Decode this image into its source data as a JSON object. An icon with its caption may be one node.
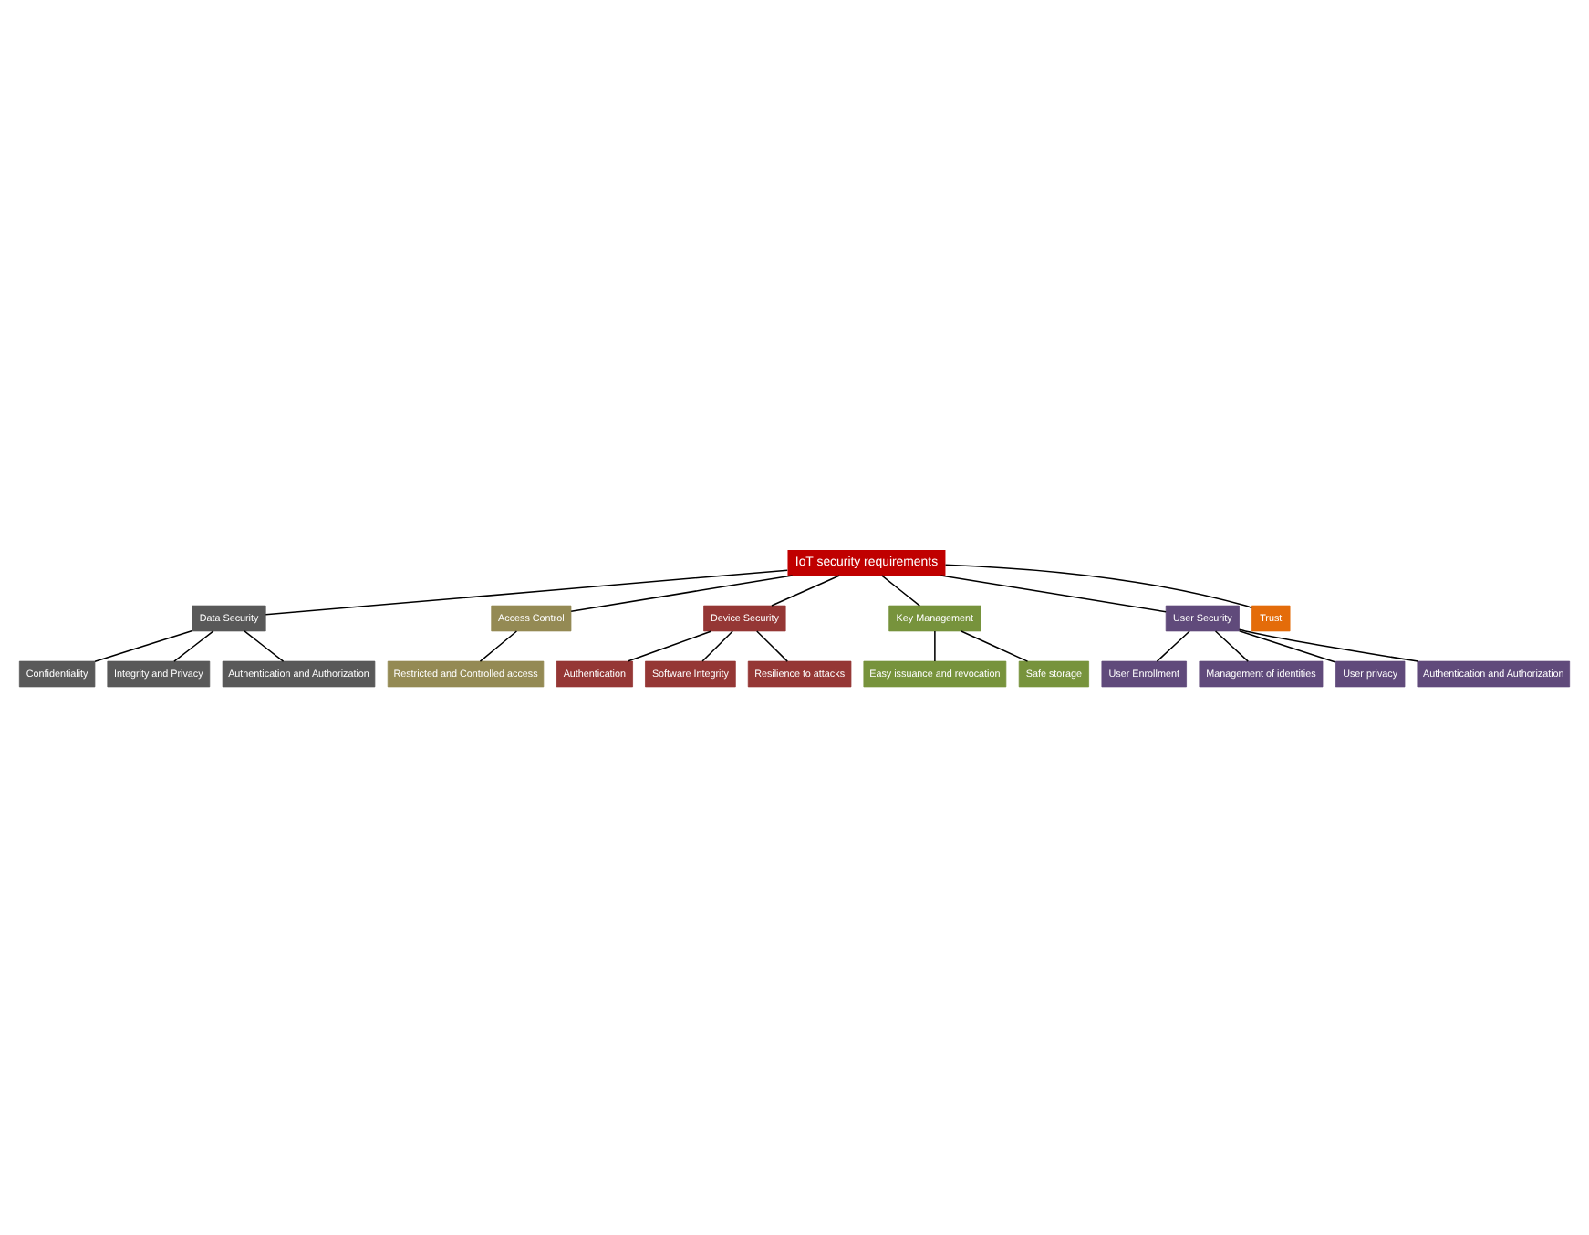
{
  "diagram": {
    "nodes": [
      {
        "text": [
          "IoT security requirements"
        ]
      },
      {
        "text": [
          "Data Security"
        ]
      },
      {
        "text": [
          "Confidentiality"
        ]
      },
      {
        "text": [
          "Integrity and Privacy"
        ]
      },
      {
        "text": [
          "Authentication and Authorization"
        ]
      },
      {
        "text": [
          "Access Control"
        ]
      },
      {
        "text": [
          "Restricted and Controlled access"
        ]
      },
      {
        "text": [
          "Device Security"
        ]
      },
      {
        "text": [
          "Authentication"
        ]
      },
      {
        "text": [
          "Software Integrity"
        ]
      },
      {
        "text": [
          "Resilience to attacks"
        ]
      },
      {
        "text": [
          "Key Management"
        ]
      },
      {
        "text": [
          "Easy issuance and revocation"
        ]
      },
      {
        "text": [
          "Safe storage"
        ]
      },
      {
        "text": [
          "User Security"
        ]
      },
      {
        "text": [
          "User Enrollment"
        ]
      },
      {
        "text": [
          "Management of identities"
        ]
      },
      {
        "text": [
          "User privacy"
        ]
      },
      {
        "text": [
          "Authentication and Authorization"
        ]
      },
      {
        "text": [
          "Trust"
        ]
      }
    ],
    "edges": [
      {
        "from": 0,
        "to": 1,
        "arrow": "none"
      },
      {
        "from": 0,
        "to": 5,
        "arrow": "none"
      },
      {
        "from": 0,
        "to": 7,
        "arrow": "none"
      },
      {
        "from": 0,
        "to": 11,
        "arrow": "none"
      },
      {
        "from": 0,
        "to": 14,
        "arrow": "none"
      },
      {
        "from": 0,
        "to": 19,
        "arrow": "none"
      },
      {
        "from": 1,
        "to": 2,
        "arrow": "none"
      },
      {
        "from": 1,
        "to": 3,
        "arrow": "none"
      },
      {
        "from": 1,
        "to": 4,
        "arrow": "none"
      },
      {
        "from": 5,
        "to": 6,
        "arrow": "none"
      },
      {
        "from": 7,
        "to": 8,
        "arrow": "none"
      },
      {
        "from": 7,
        "to": 9,
        "arrow": "none"
      },
      {
        "from": 7,
        "to": 10,
        "arrow": "none"
      },
      {
        "from": 11,
        "to": 12,
        "arrow": "none"
      },
      {
        "from": 11,
        "to": 13,
        "arrow": "none"
      },
      {
        "from": 14,
        "to": 15,
        "arrow": "none"
      },
      {
        "from": 14,
        "to": 16,
        "arrow": "none"
      },
      {
        "from": 14,
        "to": 17,
        "arrow": "none"
      },
      {
        "from": 14,
        "to": 18,
        "arrow": "none"
      }
    ]
  }
}
